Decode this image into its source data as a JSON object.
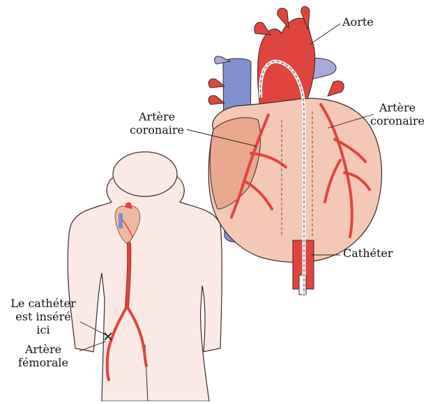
{
  "labels": {
    "aorta": "Aorte",
    "coronary_left": [
      "Artère",
      "coronaire"
    ],
    "coronary_right": [
      "Artère",
      "coronaire"
    ],
    "catheter": "Cathéter",
    "insertion": [
      "Le cathéter",
      "est inséré",
      "ici"
    ],
    "femoral": [
      "Artère",
      "fémorale"
    ]
  },
  "colors": {
    "artery": "#e0453d",
    "artery_dark": "#b02a25",
    "vein": "#7f8fd0",
    "vein_light": "#a9a9de",
    "heart": "#f4c8b4",
    "heart_shadow": "#e9a98f",
    "body": "#fae9e4",
    "outline": "#3a2a28"
  }
}
